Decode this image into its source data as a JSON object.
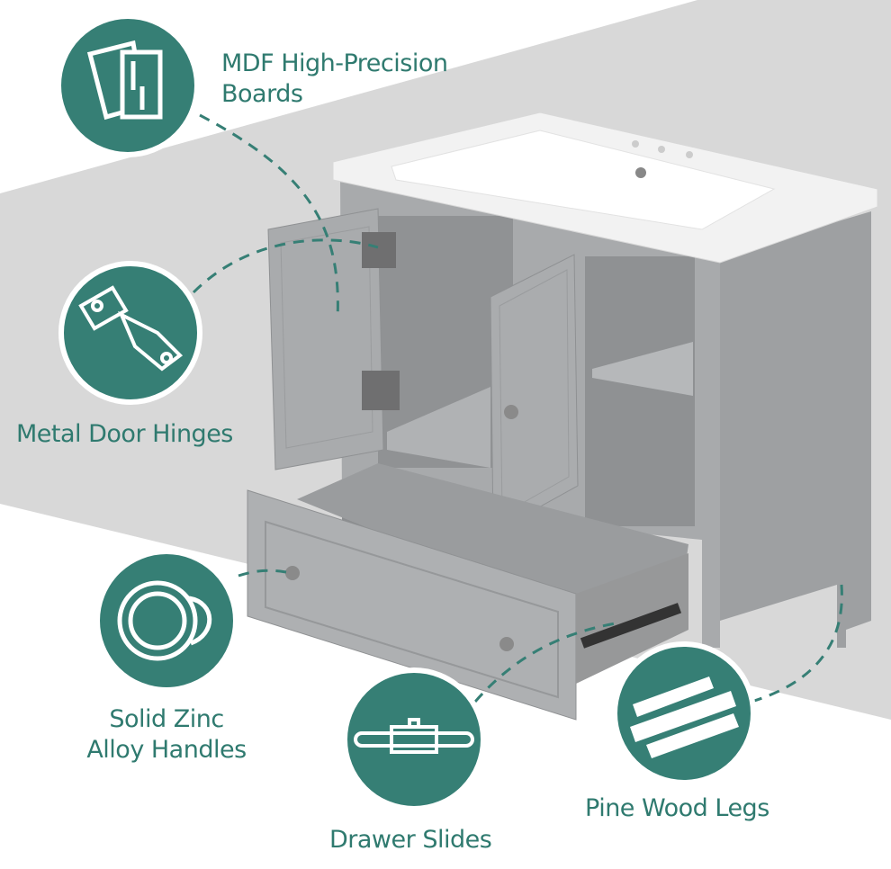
{
  "features": {
    "mdf": "MDF High-Precision Boards",
    "mdf_line1": "MDF High-Precision",
    "mdf_line2": "Boards",
    "hinges": "Metal Door Hinges",
    "handles_line1": "Solid Zinc",
    "handles_line2": "Alloy Handles",
    "slides": "Drawer Slides",
    "legs": "Pine Wood Legs"
  },
  "colors": {
    "accent": "#367f75",
    "band": "#d6d6d6",
    "cabinet": "#a9abad"
  }
}
